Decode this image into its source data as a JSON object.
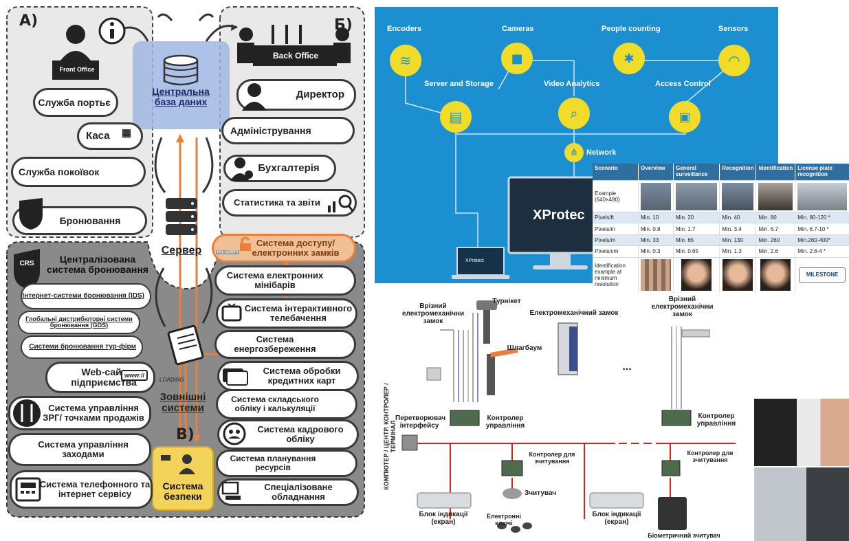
{
  "hotel": {
    "section_a": "А)",
    "section_b": "Б)",
    "section_c": "В)",
    "front_office": "Front Office",
    "back_office": "Back Office",
    "central_db": "Центральна база даних",
    "server": "Сервер",
    "external": "Зовнішні системи",
    "loading": "LOADING",
    "front_items": [
      "Служба портьє",
      "Каса",
      "Служба покоївок",
      "Бронювання"
    ],
    "back_items": [
      "Директор",
      "Адміністрування",
      "Бухгалтерія",
      "Статистика та звіти"
    ],
    "crs_badge": "CRS",
    "crs_title": "Централізована система бронювання",
    "crs_items": [
      "Інтернет-системи бронювання (IDS)",
      "Глобальні дистрибюторні системи бронювання (GDS)",
      "Системи бронювання тур-фірм"
    ],
    "left_items": [
      "Web-сайт підприємства",
      "Система управління ЗРГ/ точками продажів",
      "Система управління заходами",
      "Система телефонного та інтернет сервісу"
    ],
    "www": "www://",
    "right_items": [
      "Система доступу/ електронних замків",
      "Система електронних мінібарів",
      "Система інтерактивного телебачення",
      "Система енергозбереження",
      "Система обробки кредитних карт",
      "Система складського обліку і калькуляції",
      "Система кадрового обліку",
      "Система планування ресурсів",
      "Спеціалізоване обладнання"
    ],
    "key_tag": "key system",
    "security": "Система безпеки"
  },
  "xprotect": {
    "top_labels": [
      "Encoders",
      "Cameras",
      "People counting",
      "Sensors"
    ],
    "mid_labels": [
      "Server and Storage",
      "Video Analytics",
      "Access Control"
    ],
    "network": "Network",
    "monitor_text": "XProtec",
    "laptop_text": "XProtect",
    "colors": {
      "bg": "#1b8fd0",
      "node": "#f2dc2a"
    }
  },
  "table": {
    "headers": [
      "Scenario",
      "Overview",
      "General surveillance",
      "Recognition",
      "Identification",
      "License plate recognition"
    ],
    "rows": [
      [
        "Example (640×480)",
        "",
        "",
        "",
        "",
        ""
      ],
      [
        "Pixels/ft",
        "Min. 10",
        "Min. 20",
        "Min. 40",
        "Min. 80",
        "Min. 80-120 *"
      ],
      [
        "Pixels/in",
        "Min. 0.8",
        "Min. 1.7",
        "Min. 3.4",
        "Min. 6.7",
        "Min. 6.7-10 *"
      ],
      [
        "Pixels/m",
        "Min. 33",
        "Min. 65",
        "Min. 130",
        "Min. 260",
        "Min.260-400*"
      ],
      [
        "Pixels/cm",
        "Min. 0.3",
        "Min. 0.65",
        "Min. 1.3",
        "Min. 2.6",
        "Min. 2.6-4 *"
      ],
      [
        "Identification example at minimum resolution",
        "",
        "",
        "",
        "",
        ""
      ]
    ],
    "plate": "MILESTONE"
  },
  "access": {
    "vertical": "КОМПЮТЕР / ЦЕНТР. КОНТРОЛЕР / ТЕРМІНАЛ",
    "lock_left": "Врізний електромеханічни замок",
    "turnstile": "Турнікет",
    "barrier": "Шлагбаум",
    "em_lock": "Електромеханічний замок",
    "lock_right": "Врізний електромеханічни замок",
    "converter": "Перетворювач інтерфейсу",
    "controller1": "Контролер управління",
    "controller2": "Контролер управління",
    "reader_ctrl1": "Контролер для зчитування",
    "reader_ctrl2": "Контролер для зчитування",
    "reader": "Зчитувач",
    "keys": "Електронні ключі",
    "display1": "Блок індикації (екран)",
    "display2": "Блок індикації (екран)",
    "biometric": "Біометричний зчитувач",
    "ellipsis": "..."
  }
}
